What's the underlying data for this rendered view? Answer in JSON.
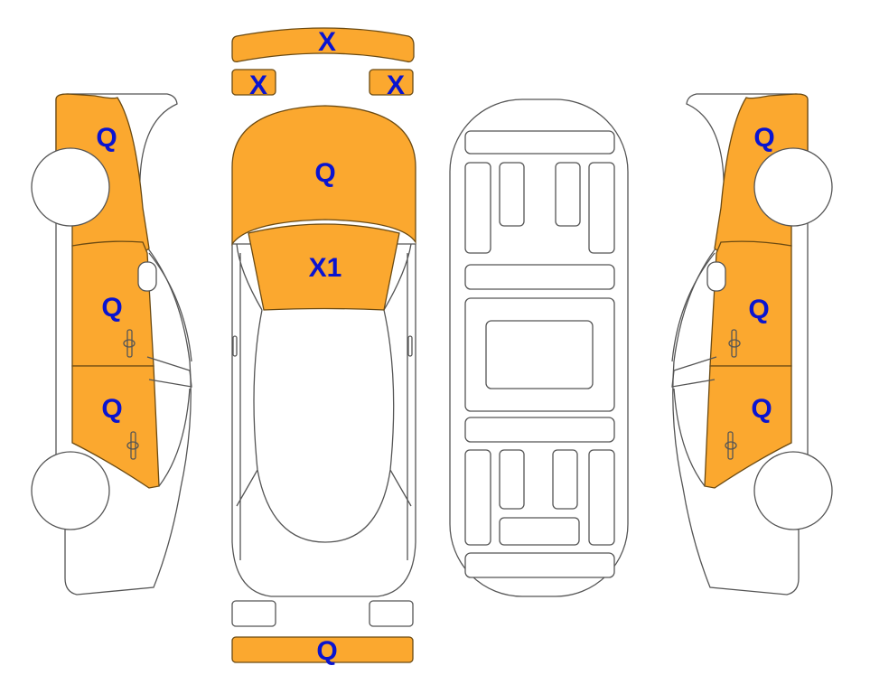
{
  "diagram": {
    "colors": {
      "damaged_panel": "#FBA82F",
      "label": "#0A14D0",
      "outline": "#555555"
    },
    "left_side": {
      "front_fender": "Q",
      "front_door": "Q",
      "rear_door": "Q"
    },
    "top_view": {
      "front_bumper": "X",
      "headlight_left": "X",
      "headlight_right": "X",
      "hood": "Q",
      "windshield": "X1",
      "rear_bumper": "Q"
    },
    "right_side": {
      "front_fender": "Q",
      "front_door": "Q",
      "rear_door": "Q"
    }
  }
}
